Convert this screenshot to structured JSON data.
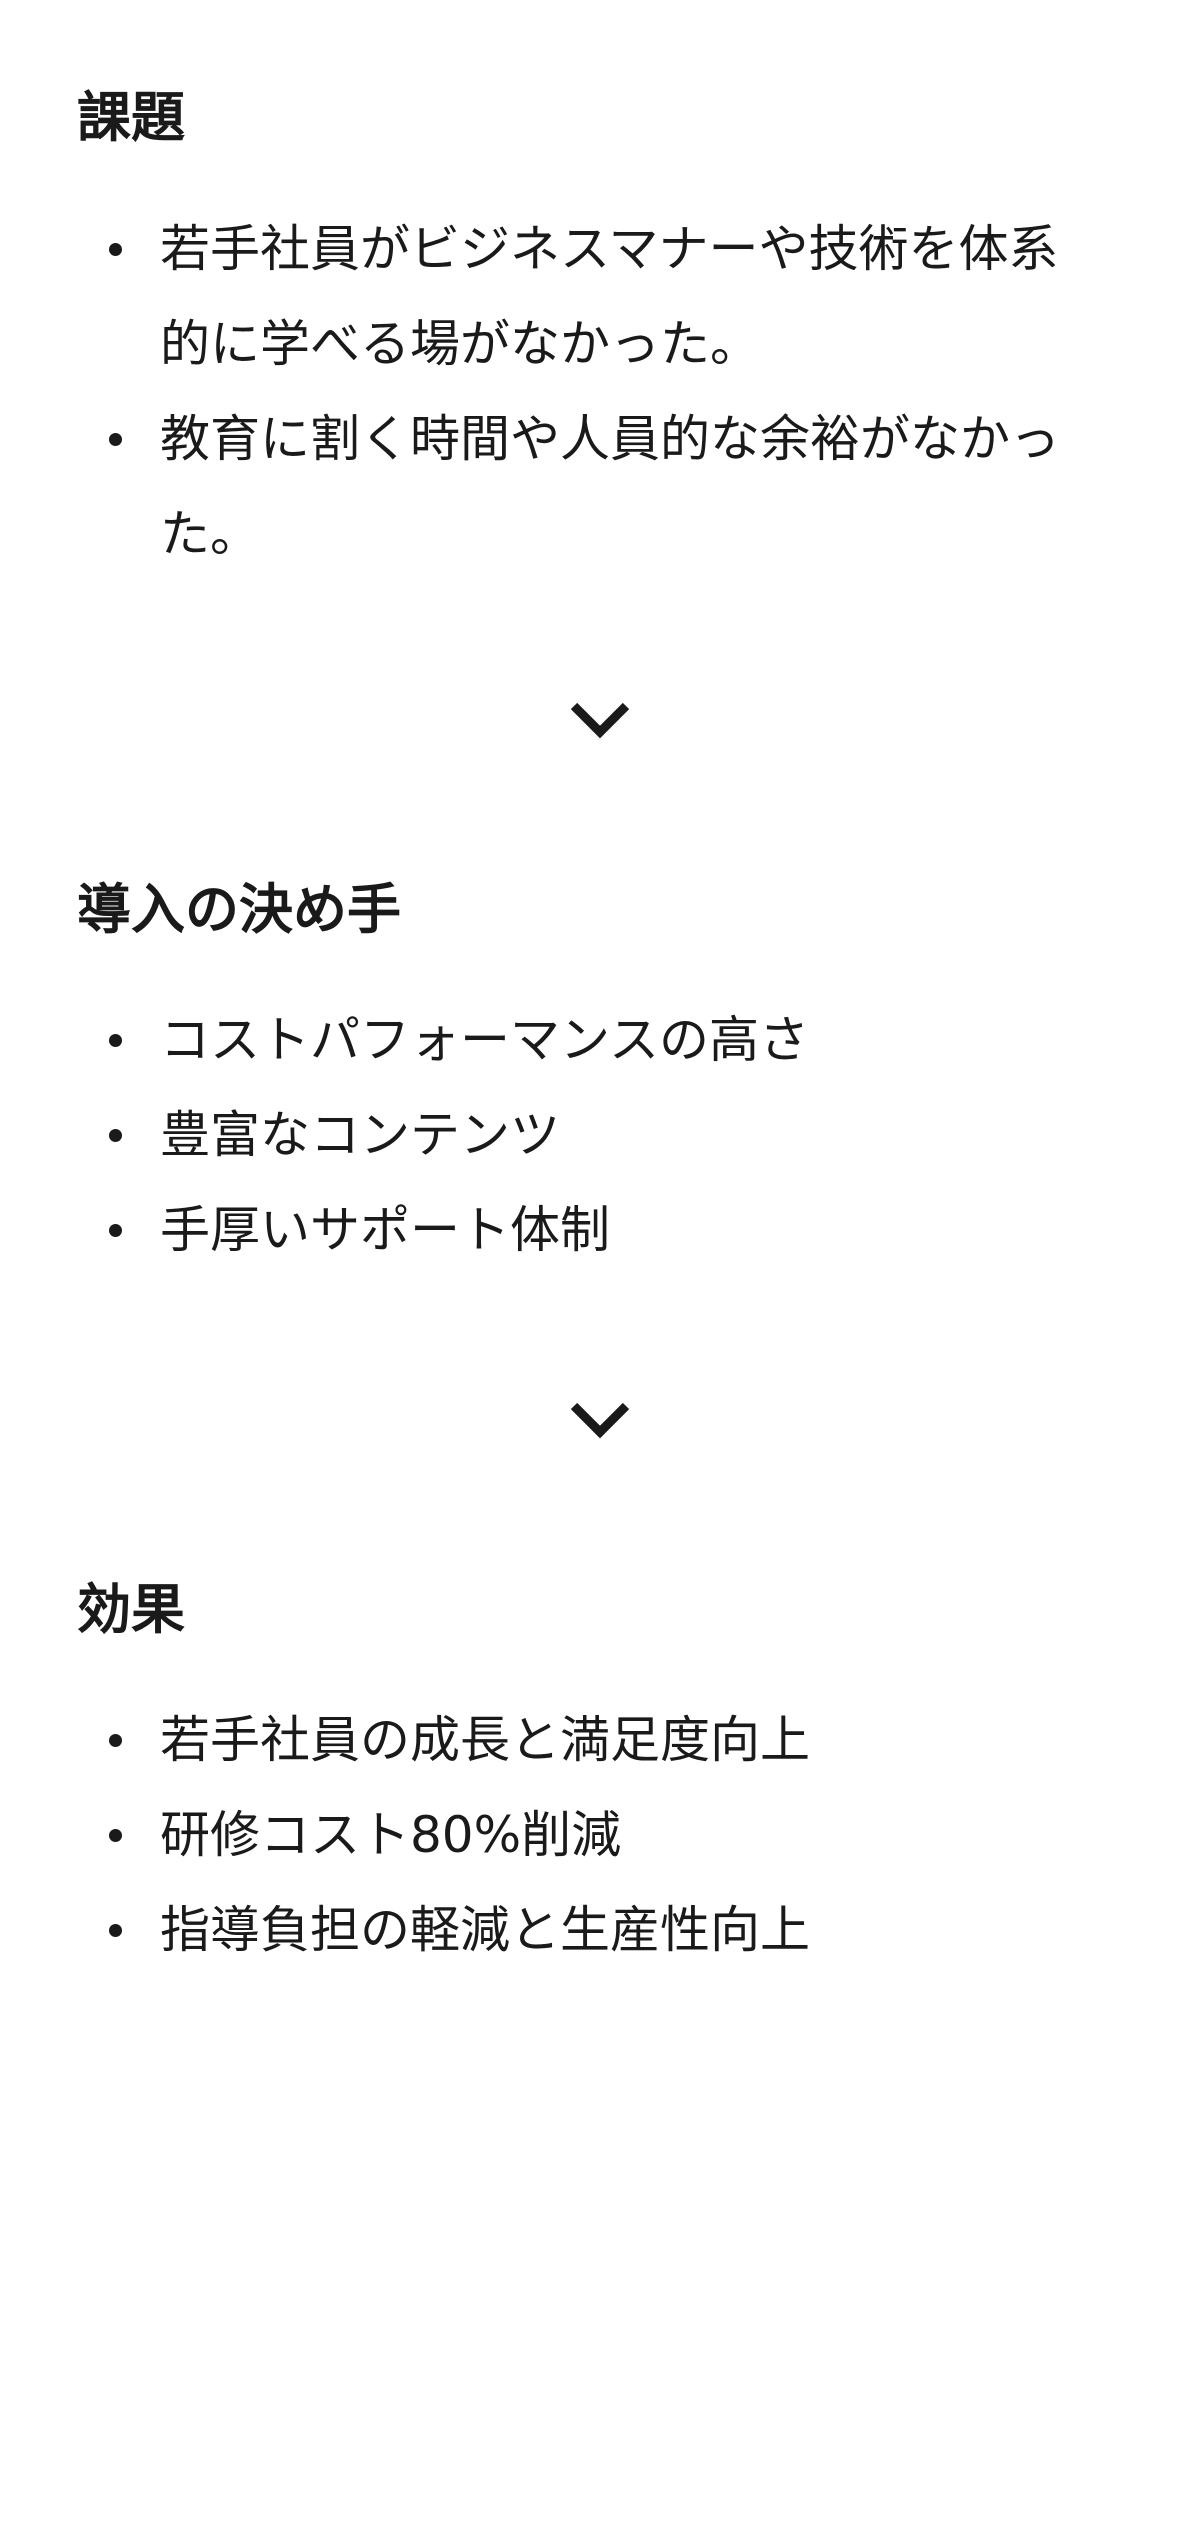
{
  "sections": [
    {
      "heading": "課題",
      "items": [
        "若手社員がビジネスマナーや技術を体系的に学べる場がなかった。",
        "教育に割く時間や人員的な余裕がなかった。"
      ]
    },
    {
      "heading": "導入の決め手",
      "items": [
        "コストパフォーマンスの高さ",
        "豊富なコンテンツ",
        "手厚いサポート体制"
      ]
    },
    {
      "heading": "効果",
      "items": [
        "若手社員の成長と満足度向上",
        "研修コスト80%削減",
        "指導負担の軽減と生産性向上"
      ]
    }
  ],
  "icons": {
    "divider": "chevron-down-icon"
  },
  "colors": {
    "text": "#1a1a1a",
    "background": "#ffffff"
  }
}
